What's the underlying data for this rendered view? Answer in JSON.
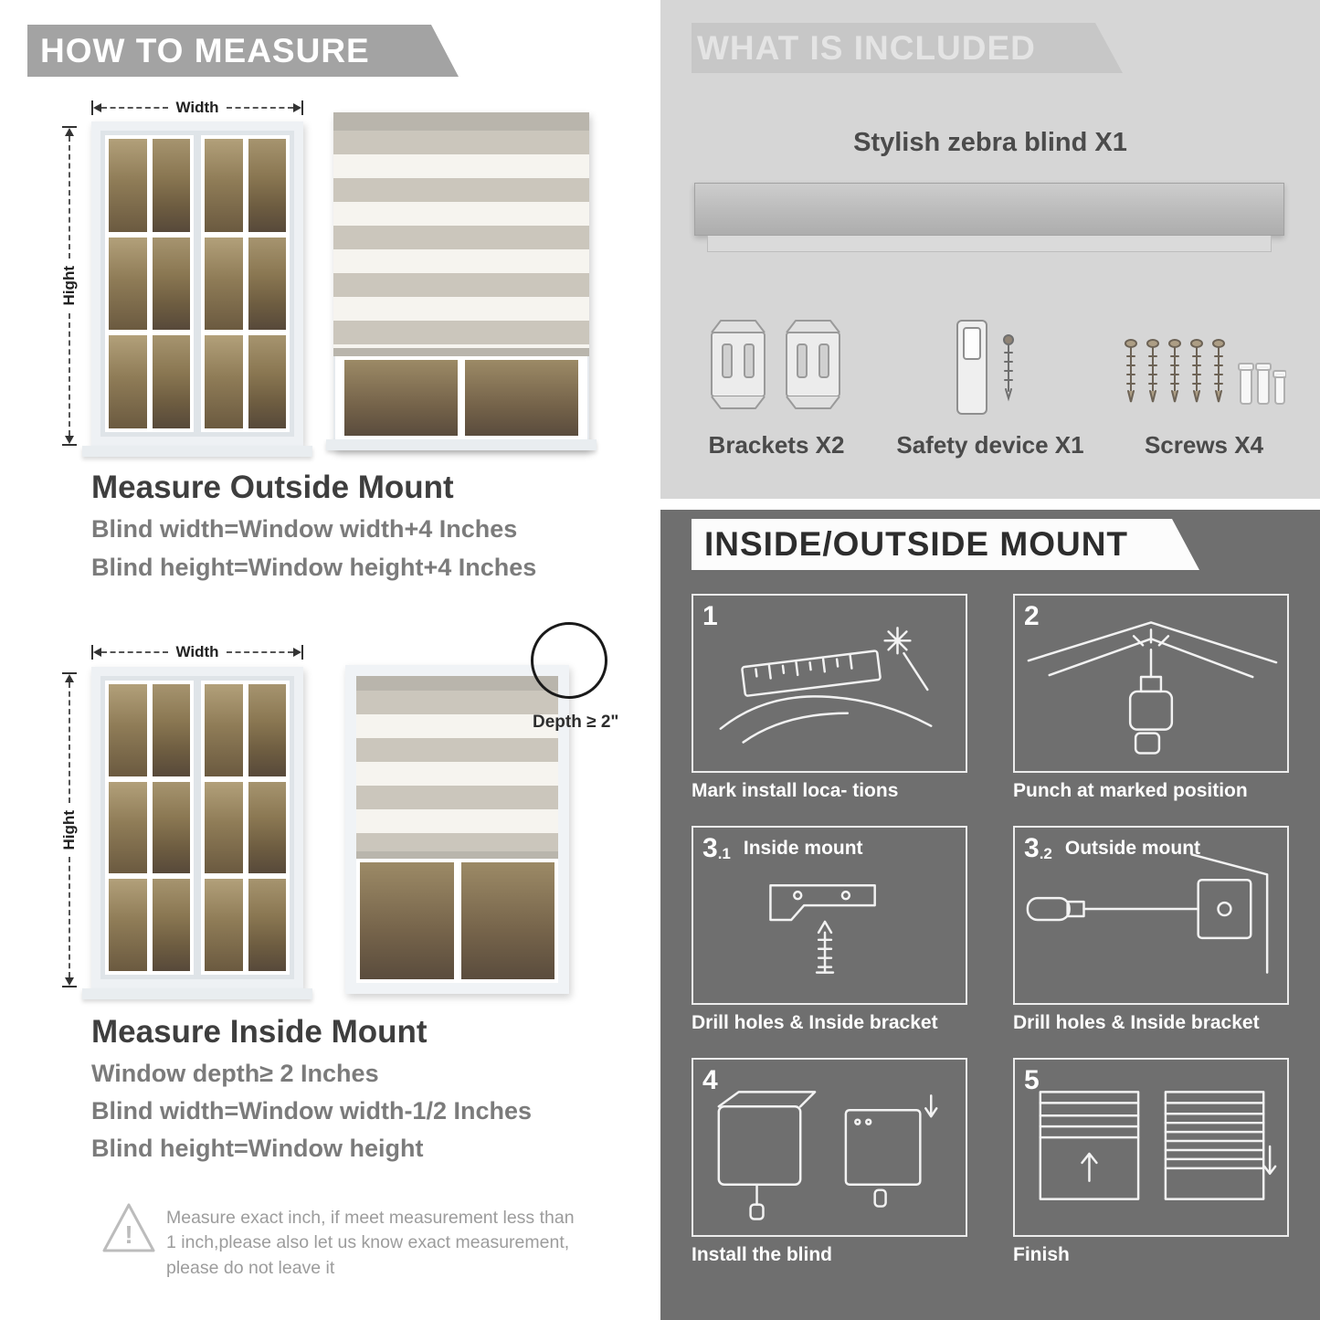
{
  "measure": {
    "header": "HOW TO MEASURE",
    "warning_mark": "!",
    "outside": {
      "width_label": "Width",
      "height_label": "Hight",
      "title": "Measure Outside Mount",
      "lines": [
        "Blind width=Window width+4 Inches",
        "Blind height=Window height+4 Inches"
      ]
    },
    "inside": {
      "width_label": "Width",
      "height_label": "Hight",
      "depth_callout": "Depth ≥ 2\"",
      "title": "Measure Inside Mount",
      "lines": [
        "Window depth≥ 2 Inches",
        "Blind width=Window width-1/2 Inches",
        "Blind height=Window height"
      ]
    },
    "warning": "Measure exact inch, if meet measurement less than 1 inch,please also let us know exact measurement, please do not leave it"
  },
  "included": {
    "header": "WHAT IS INCLUDED",
    "product_label": "Stylish zebra blind X1",
    "items": [
      {
        "label": "Brackets X2"
      },
      {
        "label": "Safety device X1"
      },
      {
        "label": "Screws X4"
      }
    ]
  },
  "mount": {
    "header": "INSIDE/OUTSIDE MOUNT",
    "steps": [
      {
        "num": "1",
        "caption": "Mark install loca- tions"
      },
      {
        "num": "2",
        "caption": "Punch at  marked position"
      },
      {
        "num": "3",
        "sub": ".1",
        "label": "Inside mount",
        "caption": "Drill holes &  Inside bracket"
      },
      {
        "num": "3",
        "sub": ".2",
        "label": "Outside mount",
        "caption": "Drill holes &  Inside bracket"
      },
      {
        "num": "4",
        "caption": "Install the blind"
      },
      {
        "num": "5",
        "caption": "Finish"
      }
    ]
  },
  "colors": {
    "ribbon_gray": "#a3a3a3",
    "included_bg": "#d6d6d6",
    "included_band": "#c7c7c7",
    "mount_bg": "#6f6f6f",
    "heading_text": "#3e3e3e",
    "body_text": "#7b7b7b"
  }
}
